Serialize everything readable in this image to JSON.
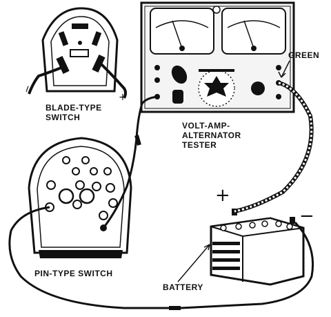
{
  "labels": {
    "blade_line1": "BLADE-TYPE",
    "blade_line2": "SWITCH",
    "tester_line1": "VOLT-AMP-",
    "tester_line2": "ALTERNATOR",
    "tester_line3": "TESTER",
    "green": "GREEN",
    "pin_switch": "PIN-TYPE SWITCH",
    "battery": "BATTERY"
  },
  "signs": {
    "blade_minus": "−",
    "blade_plus": "+",
    "battery_plus": "+",
    "battery_minus": "−"
  },
  "colors": {
    "ink": "#111111",
    "paper": "#ffffff",
    "panel": "#f4f4f4"
  }
}
